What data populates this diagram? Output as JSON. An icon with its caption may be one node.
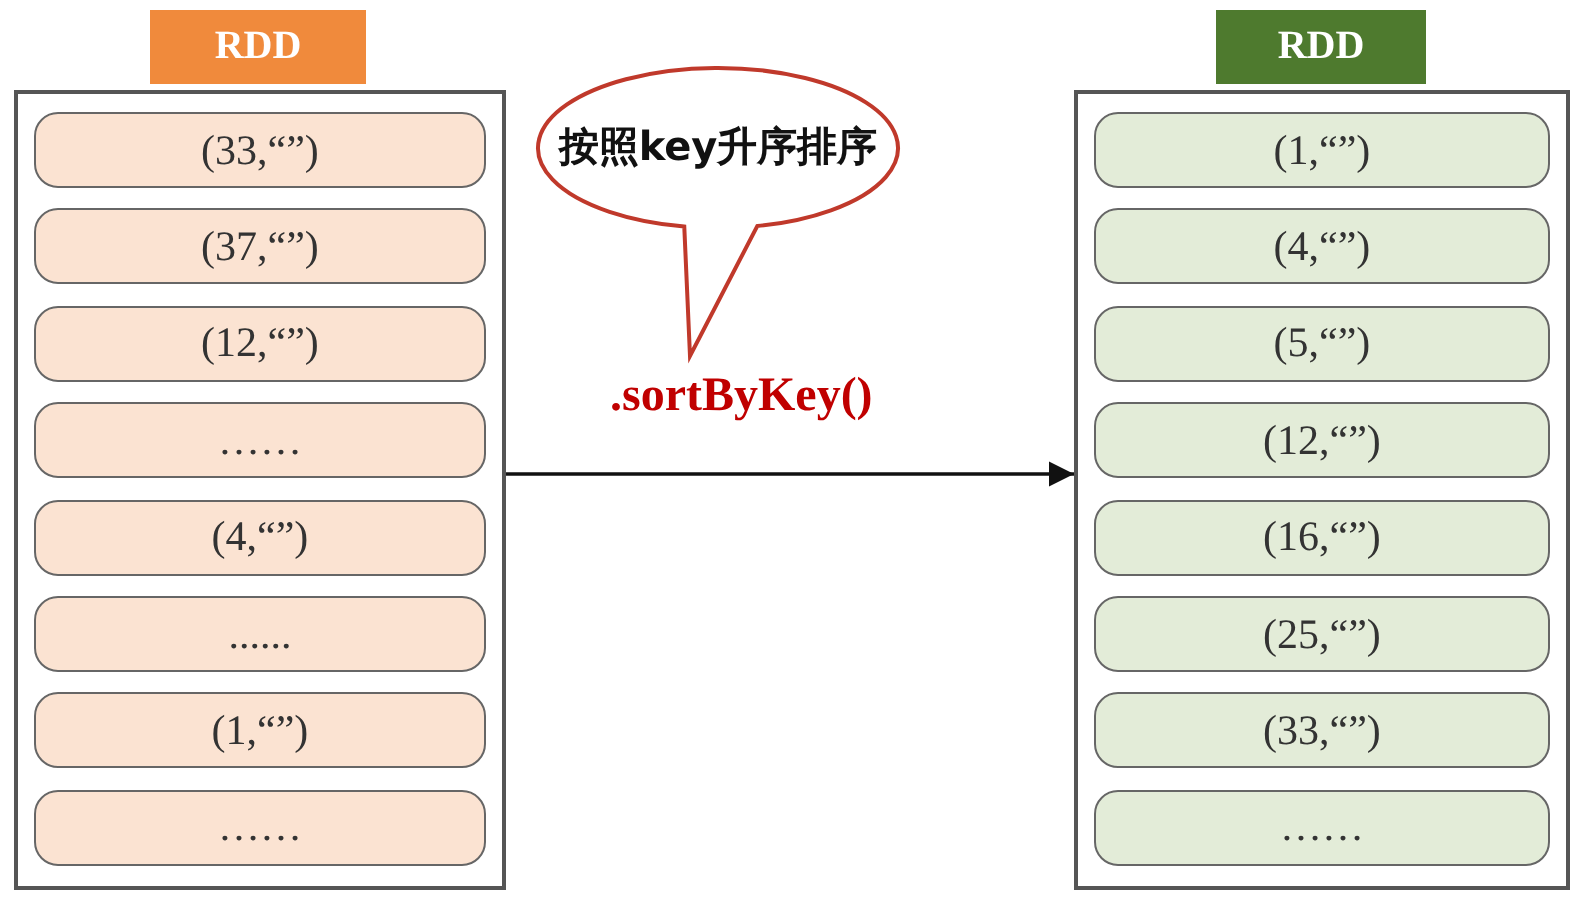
{
  "diagram": {
    "nodes": [
      {
        "text": [
          "RDD"
        ]
      },
      {
        "text": [
          "(33,“”)"
        ],
        "in": 0
      },
      {
        "text": [
          "(37,“”)"
        ],
        "in": 0
      },
      {
        "text": [
          "(12,“”)"
        ],
        "in": 0
      },
      {
        "text": [
          "……"
        ],
        "in": 0
      },
      {
        "text": [
          "(4,“”)"
        ],
        "in": 0
      },
      {
        "text": [
          "......"
        ],
        "in": 0
      },
      {
        "text": [
          "(1,“”)"
        ],
        "in": 0
      },
      {
        "text": [
          "……"
        ],
        "in": 0
      },
      {
        "text": [
          "按照key升序排序"
        ]
      },
      {
        "text": [
          "RDD"
        ]
      },
      {
        "text": [
          "(1,“”)"
        ],
        "in": 10
      },
      {
        "text": [
          "(4,“”)"
        ],
        "in": 10
      },
      {
        "text": [
          "(5,“”)"
        ],
        "in": 10
      },
      {
        "text": [
          "(12,“”)"
        ],
        "in": 10
      },
      {
        "text": [
          "(16,“”)"
        ],
        "in": 10
      },
      {
        "text": [
          "(25,“”)"
        ],
        "in": 10
      },
      {
        "text": [
          "(33,“”)"
        ],
        "in": 10
      },
      {
        "text": [
          "……"
        ],
        "in": 10
      }
    ],
    "edges": [
      {
        "from": 0,
        "to": 10,
        "arrow": "to",
        "label": ".sortByKey()"
      }
    ]
  }
}
